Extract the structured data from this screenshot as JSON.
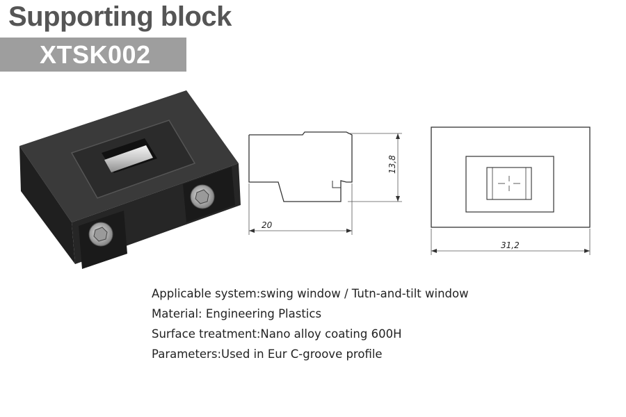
{
  "header": {
    "title": "Supporting block",
    "model": "XTSK002"
  },
  "drawing": {
    "side_width": "20",
    "side_height": "13,8",
    "top_width": "31,2"
  },
  "specs": [
    "Applicable system:swing window / Tutn-and-tilt window",
    "Material: Engineering Plastics",
    "Surface treatment:Nano alloy coating 600H",
    "Parameters:Used in Eur C-groove profile"
  ]
}
